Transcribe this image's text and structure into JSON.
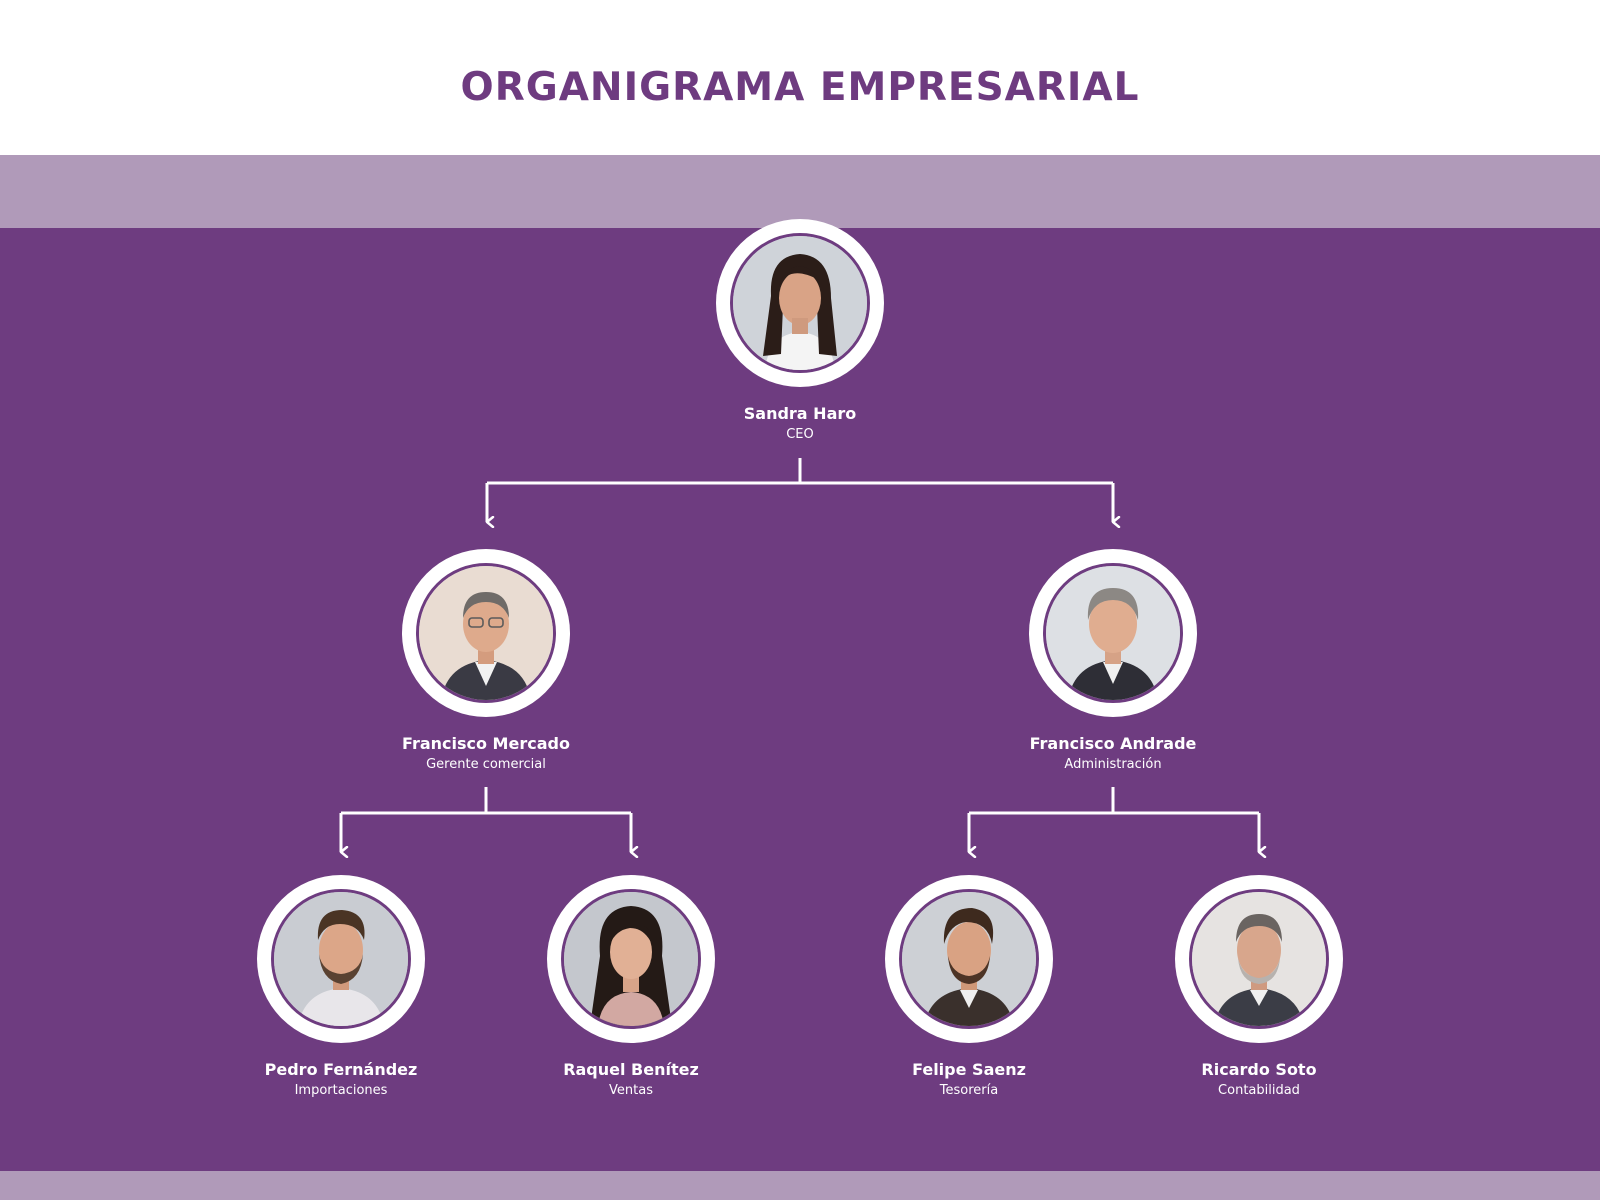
{
  "title": "ORGANIGRAMA EMPRESARIAL",
  "colors": {
    "primary": "#6e3c80",
    "band": "#b09ab9",
    "title": "#6e3b80",
    "text": "#ffffff"
  },
  "ceo": {
    "name": "Sandra Haro",
    "role": "CEO"
  },
  "managers": [
    {
      "name": "Francisco Mercado",
      "role": "Gerente comercial"
    },
    {
      "name": "Francisco Andrade",
      "role": "Administración"
    }
  ],
  "staff": [
    {
      "name": "Pedro Fernández",
      "role": "Importaciones"
    },
    {
      "name": "Raquel Benítez",
      "role": "Ventas"
    },
    {
      "name": "Felipe Saenz",
      "role": "Tesorería"
    },
    {
      "name": "Ricardo Soto",
      "role": "Contabilidad"
    }
  ]
}
